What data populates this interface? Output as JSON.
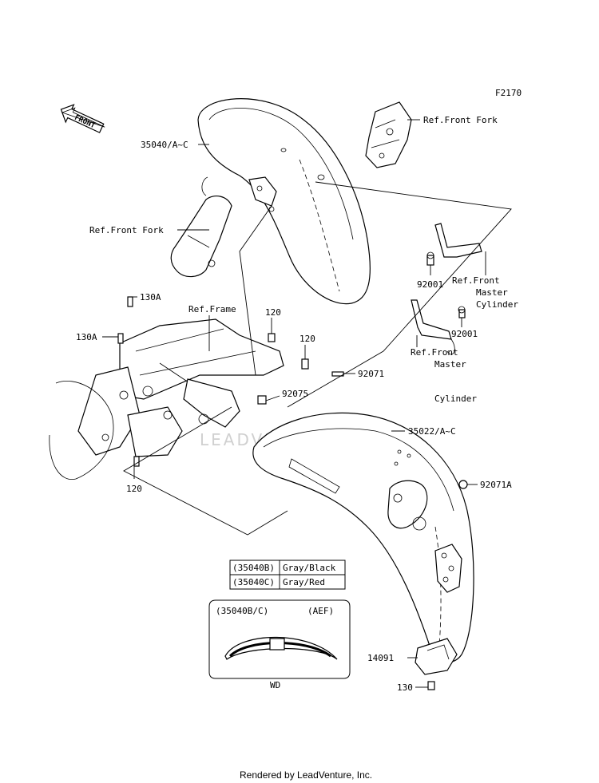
{
  "figure_code": "F2170",
  "front_arrow": "FRONT",
  "labels": {
    "front_fender": "35040/A~C",
    "ref_front_fork_right": "Ref.Front Fork",
    "ref_front_fork_left": "Ref.Front Fork",
    "bolt_92001_top": "92001",
    "ref_master_cyl_top_1": "Ref.Front",
    "ref_master_cyl_top_2": "Master",
    "ref_master_cyl_top_3": "Cylinder",
    "bolt_92001_bottom": "92001",
    "ref_master_cyl_bot_1": "Ref.Front",
    "ref_master_cyl_bot_2": "Master",
    "ref_master_cyl_bot_3": "Cylinder",
    "bolt_130a_top": "130A",
    "bolt_130a_left": "130A",
    "ref_frame": "Ref.Frame",
    "bolt_120_a": "120",
    "bolt_120_b": "120",
    "bolt_120_c": "120",
    "part_92071": "92071",
    "part_92075": "92075",
    "rear_fender": "35022/A~C",
    "part_92071a": "92071A",
    "part_14091": "14091",
    "bolt_130": "130"
  },
  "color_table": [
    {
      "code": "(35040B)",
      "color": "Gray/Black"
    },
    {
      "code": "(35040C)",
      "color": "Gray/Red"
    }
  ],
  "inset": {
    "model": "(35040B/C)",
    "region": "(AEF)",
    "caption": "WD"
  },
  "watermark": "LEADVENTURE",
  "credit": "Rendered by LeadVenture, Inc."
}
